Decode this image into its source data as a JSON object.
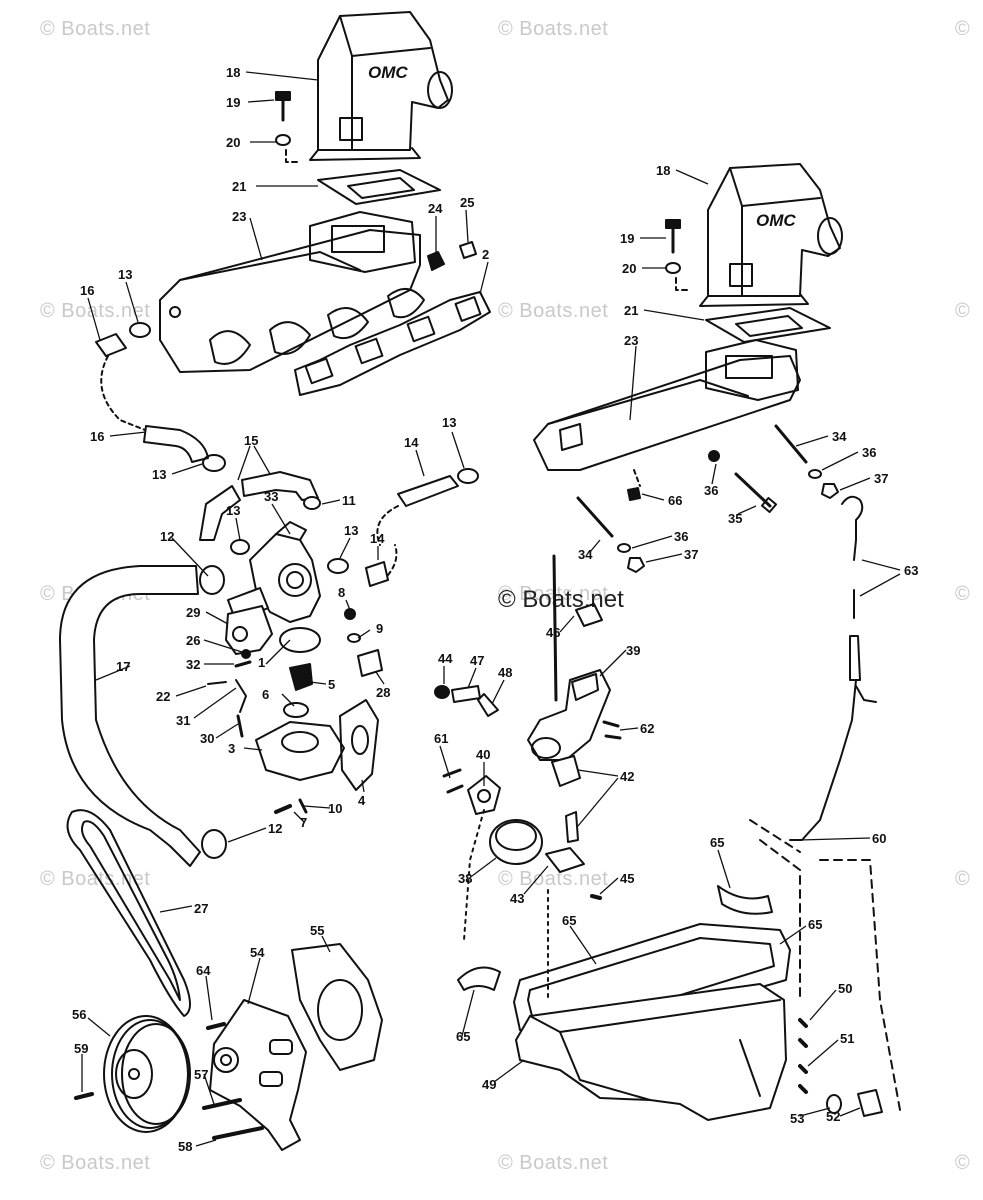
{
  "watermarks": [
    {
      "text": "© Boats.net"
    },
    {
      "text": "© Boats.net"
    },
    {
      "text": "©"
    },
    {
      "text": "© Boats.net"
    },
    {
      "text": "© Boats.net"
    },
    {
      "text": "©"
    },
    {
      "text": "© Boats.net"
    },
    {
      "text": "© Boats.net"
    },
    {
      "text": "©"
    },
    {
      "text": "© Boats.net"
    },
    {
      "text": "© Boats.net"
    },
    {
      "text": "©"
    },
    {
      "text": "© Boats.net"
    },
    {
      "text": "© Boats.net"
    },
    {
      "text": "©"
    }
  ],
  "center_watermark": "© Boats.net",
  "brand_logo": "OMC",
  "callouts": [
    "18",
    "19",
    "20",
    "21",
    "23",
    "24",
    "25",
    "2",
    "16",
    "13",
    "16",
    "13",
    "15",
    "11",
    "33",
    "13",
    "12",
    "13",
    "14",
    "14",
    "13",
    "29",
    "8",
    "9",
    "26",
    "32",
    "1",
    "5",
    "28",
    "22",
    "31",
    "6",
    "30",
    "3",
    "4",
    "10",
    "7",
    "12",
    "17",
    "27",
    "55",
    "54",
    "64",
    "56",
    "59",
    "57",
    "58",
    "18",
    "19",
    "20",
    "21",
    "23",
    "34",
    "36",
    "37",
    "36",
    "66",
    "35",
    "34",
    "36",
    "37",
    "63",
    "46",
    "39",
    "44",
    "47",
    "48",
    "62",
    "61",
    "40",
    "42",
    "38",
    "43",
    "45",
    "60",
    "65",
    "65",
    "65",
    "65",
    "50",
    "51",
    "49",
    "53",
    "52"
  ]
}
